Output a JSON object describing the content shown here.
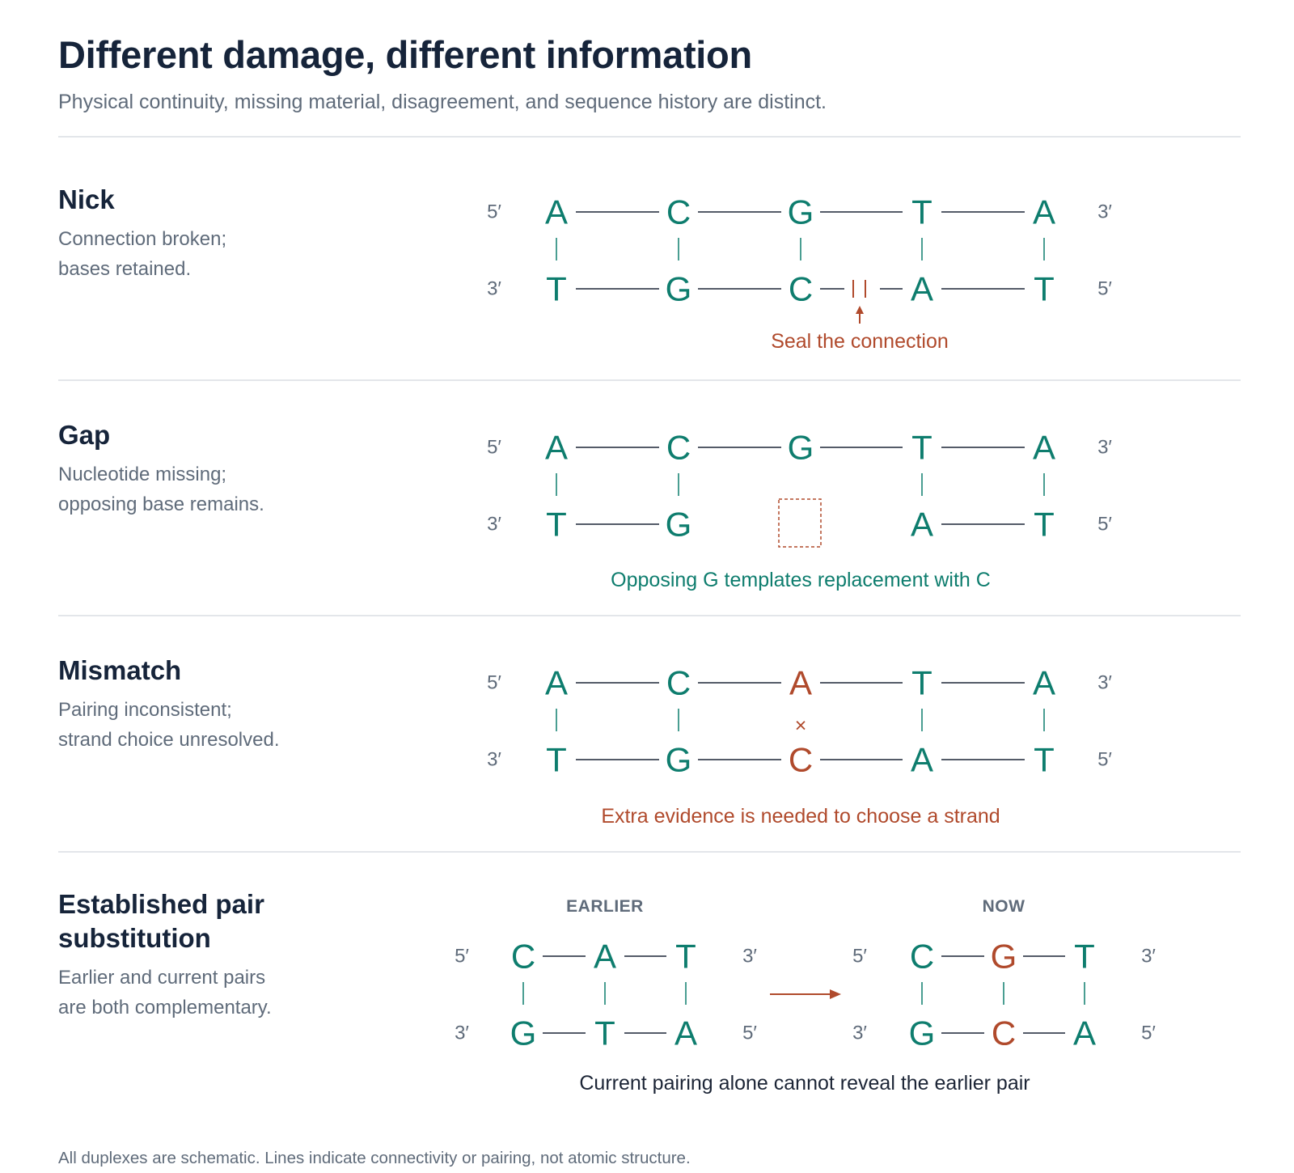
{
  "title": "Different damage, different information",
  "subtitle": "Physical continuity, missing material, disagreement, and sequence history are distinct.",
  "colors": {
    "teal": "#0e7d6e",
    "rust": "#b04a2c",
    "slate": "#5f6b7a",
    "dark": "#16243a"
  },
  "end_labels": {
    "five": "5′",
    "three": "3′"
  },
  "sections": {
    "nick": {
      "title": "Nick",
      "desc_lines": [
        "Connection broken;",
        "bases retained."
      ],
      "top": [
        "A",
        "C",
        "G",
        "T",
        "A"
      ],
      "bottom": [
        "T",
        "G",
        "C",
        "A",
        "T"
      ],
      "caption": "Seal the connection"
    },
    "gap": {
      "title": "Gap",
      "desc_lines": [
        "Nucleotide missing;",
        "opposing base remains."
      ],
      "top": [
        "A",
        "C",
        "G",
        "T",
        "A"
      ],
      "bottom": [
        "T",
        "G",
        "",
        "A",
        "T"
      ],
      "caption": "Opposing G templates replacement with C"
    },
    "mismatch": {
      "title": "Mismatch",
      "desc_lines": [
        "Pairing inconsistent;",
        "strand choice unresolved."
      ],
      "top": [
        "A",
        "C",
        "A",
        "T",
        "A"
      ],
      "bottom": [
        "T",
        "G",
        "C",
        "A",
        "T"
      ],
      "mark": "×",
      "caption": "Extra evidence is needed to choose a strand"
    },
    "substitution": {
      "title_lines": [
        "Established pair",
        "substitution"
      ],
      "desc_lines": [
        "Earlier and current pairs",
        "are both complementary."
      ],
      "earlier": {
        "label": "EARLIER",
        "top": [
          "C",
          "A",
          "T"
        ],
        "bottom": [
          "G",
          "T",
          "A"
        ]
      },
      "now": {
        "label": "NOW",
        "top": [
          "C",
          "G",
          "T"
        ],
        "bottom": [
          "G",
          "C",
          "A"
        ]
      },
      "caption": "Current pairing alone cannot reveal the earlier pair"
    }
  },
  "footnote": "All duplexes are schematic. Lines indicate connectivity or pairing, not atomic structure."
}
